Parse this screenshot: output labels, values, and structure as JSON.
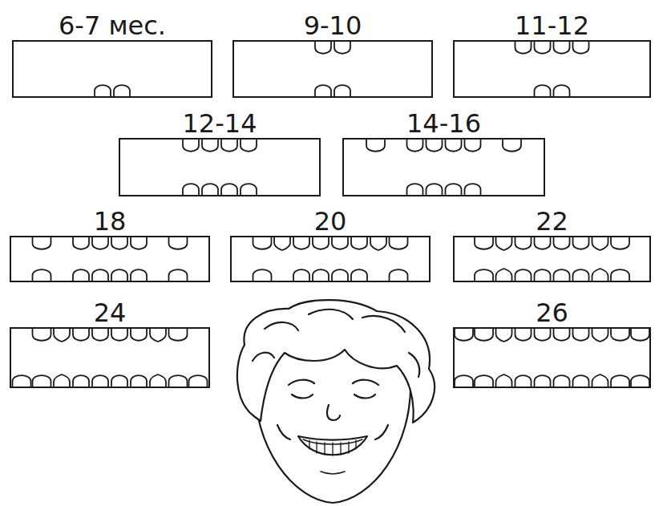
{
  "diagram": {
    "nodes": [
      {
        "text": [
          "6-7 мес."
        ]
      },
      {
        "text": [
          "9-10"
        ]
      },
      {
        "text": [
          "11-12"
        ]
      },
      {
        "text": [
          "12-14"
        ]
      },
      {
        "text": [
          "14-16"
        ]
      },
      {
        "text": [
          "18"
        ]
      },
      {
        "text": [
          "20"
        ]
      },
      {
        "text": [
          "22"
        ]
      },
      {
        "text": [
          "24"
        ]
      },
      {
        "text": [
          "26"
        ]
      }
    ]
  }
}
